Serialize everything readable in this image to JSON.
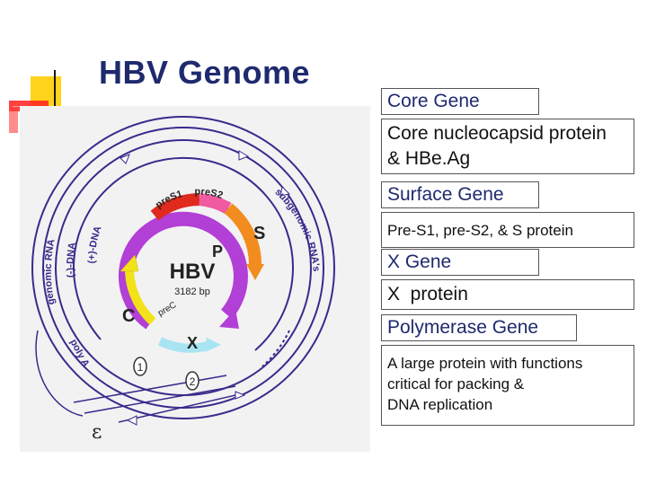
{
  "title": "HBV Genome",
  "diagram": {
    "center_label": "HBV",
    "size_label": "3182 bp",
    "gene_labels": {
      "p": "P",
      "s": "S",
      "c": "C",
      "x": "X"
    },
    "segment_labels": {
      "pres1": "preS1",
      "pres2": "preS2",
      "prec": "preC"
    },
    "strand_labels": {
      "genomic_rna": "genomic RNA",
      "minus_dna": "(-)-DNA",
      "plus_dna": "(+)-DNA",
      "subgenomic_rnas": "subgenomic RNA's",
      "poly_a": "poly A"
    },
    "dr_labels": {
      "dr1": "1",
      "dr2": "2"
    },
    "epsilon": "ε",
    "colors": {
      "polymerase": "#b23fd6",
      "pres1": "#e02a1e",
      "pres2": "#ef5aa0",
      "s": "#f28c1e",
      "core": "#f2e21a",
      "x": "#a8e4f2",
      "strands": "#3a2a8c"
    }
  },
  "genes": [
    {
      "name": "Core Gene",
      "description": "Core nucleocapsid protein\n& HBe.Ag"
    },
    {
      "name": "Surface Gene",
      "description": "Pre-S1, pre-S2, & S protein"
    },
    {
      "name": "X Gene",
      "description": "X  protein"
    },
    {
      "name": "Polymerase Gene",
      "description": "A large protein with functions\ncritical for packing &\nDNA replication"
    }
  ]
}
